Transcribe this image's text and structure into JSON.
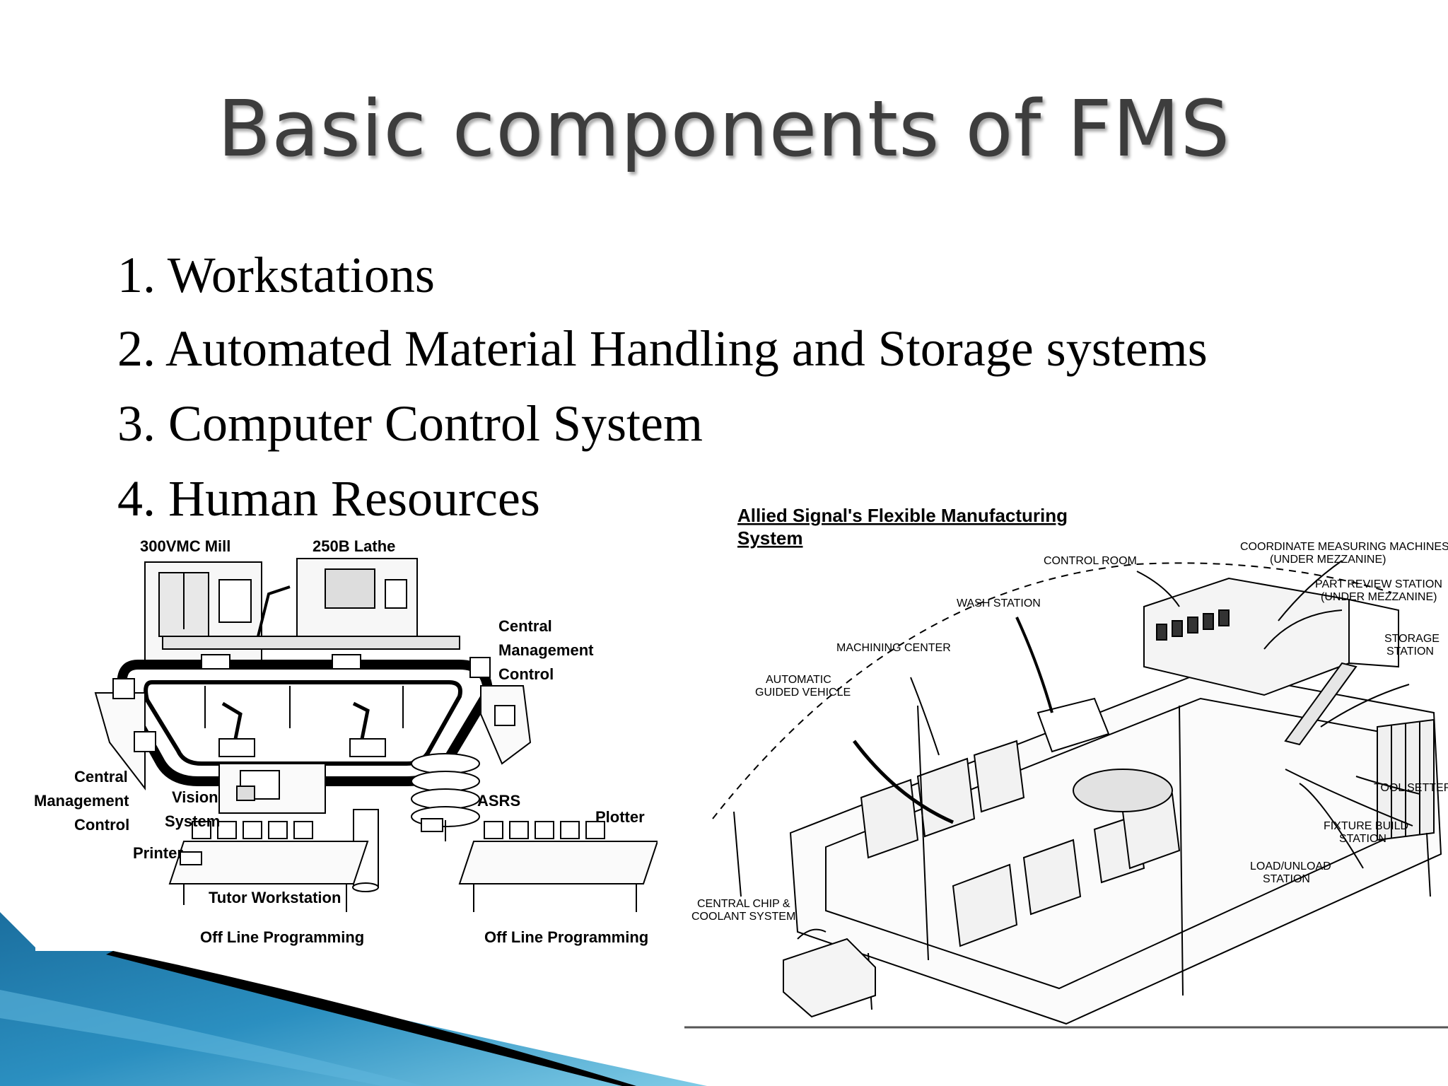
{
  "slide": {
    "title": "Basic components of FMS",
    "items": [
      "1. Workstations",
      "2. Automated Material Handling and Storage  systems",
      "3. Computer Control System",
      "4. Human Resources"
    ]
  },
  "left_diagram": {
    "labels": {
      "mill": "300VMC Mill",
      "lathe": "250B Lathe",
      "cmc_right_1": "Central",
      "cmc_right_2": "Management",
      "cmc_right_3": "Control",
      "cmc_left_1": "Central",
      "cmc_left_2": "Management",
      "cmc_left_3": "Control",
      "vision_1": "Vision",
      "vision_2": "System",
      "asrs": "ASRS",
      "plotter": "Plotter",
      "printer": "Printer",
      "tutor": "Tutor Workstation",
      "offline_left": "Off Line Programming",
      "offline_right": "Off Line Programming"
    }
  },
  "right_diagram": {
    "title_1": "Allied Signal's  Flexible Manufacturing",
    "title_2": "System",
    "labels": {
      "cmm_1": "COORDINATE MEASURING MACHINES",
      "cmm_2": "(UNDER MEZZANINE)",
      "control_room": "CONTROL ROOM",
      "part_review_1": "PART REVIEW STATION",
      "part_review_2": "(UNDER MEZZANINE)",
      "wash": "WASH STATION",
      "storage_1": "STORAGE",
      "storage_2": "STATION",
      "machining": "MACHINING CENTER",
      "agv_1": "AUTOMATIC",
      "agv_2": "GUIDED VEHICLE",
      "tool_setter": "TOOL SETTER",
      "fixture_1": "FIXTURE BUILD",
      "fixture_2": "STATION",
      "load_1": "LOAD/UNLOAD",
      "load_2": "STATION",
      "chip_1": "CENTRAL CHIP &",
      "chip_2": "COOLANT SYSTEM"
    }
  },
  "colors": {
    "title": "#3d3d3d",
    "accent_blue": "#2b8fc0",
    "accent_light": "#7fcbe6"
  }
}
